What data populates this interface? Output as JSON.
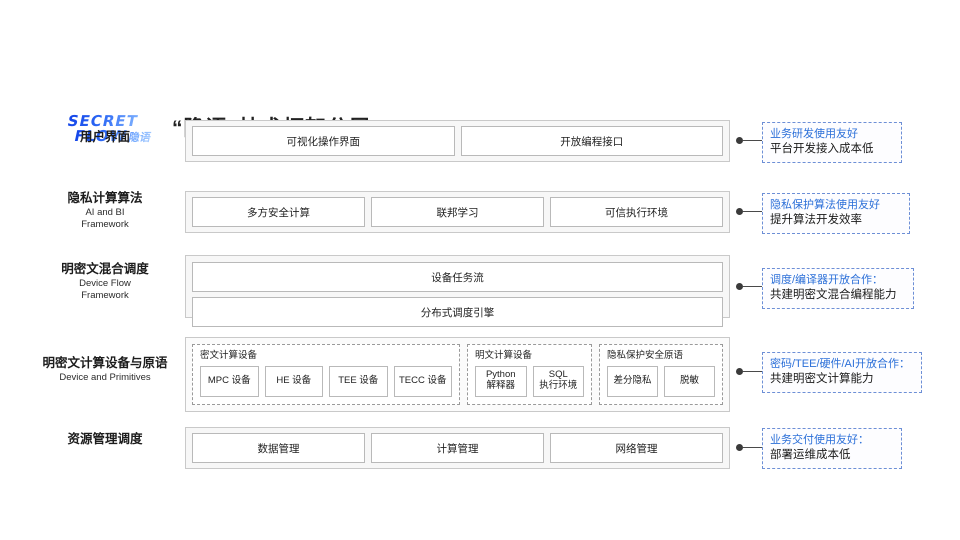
{
  "header": {
    "logo_line1": "SECRET",
    "logo_line2": "FLOW",
    "logo_cn": "隐语",
    "title": "“隐语”技术框架分层"
  },
  "layers": [
    {
      "label_cn": "用户界面",
      "label_en": "",
      "items": [
        "可视化操作界面",
        "开放编程接口"
      ],
      "callout_title": "业务研发使用友好",
      "callout_text": "平台开发接入成本低"
    },
    {
      "label_cn": "隐私计算算法",
      "label_en": "AI and BI\nFramework",
      "label_en_l1": "AI and BI",
      "label_en_l2": "Framework",
      "items": [
        "多方安全计算",
        "联邦学习",
        "可信执行环境"
      ],
      "callout_title": "隐私保护算法使用友好",
      "callout_text": "提升算法开发效率"
    },
    {
      "label_cn": "明密文混合调度",
      "label_en_l1": "Device Flow",
      "label_en_l2": "Framework",
      "items": [
        "设备任务流",
        "分布式调度引擎"
      ],
      "callout_title": "调度/编译器开放合作：",
      "callout_text": "共建明密文混合编程能力"
    },
    {
      "label_cn": "明密文计算设备与原语",
      "label_en_l1": "Device and Primitives",
      "label_en_l2": "",
      "groups": [
        {
          "title": "密文计算设备",
          "chips": [
            {
              "l1": "MPC 设备",
              "l2": ""
            },
            {
              "l1": "HE 设备",
              "l2": ""
            },
            {
              "l1": "TEE 设备",
              "l2": ""
            },
            {
              "l1": "TECC 设备",
              "l2": ""
            }
          ]
        },
        {
          "title": "明文计算设备",
          "chips": [
            {
              "l1": "Python",
              "l2": "解释器"
            },
            {
              "l1": "SQL",
              "l2": "执行环境"
            }
          ]
        },
        {
          "title": "隐私保护安全原语",
          "chips": [
            {
              "l1": "差分隐私",
              "l2": ""
            },
            {
              "l1": "脱敏",
              "l2": ""
            }
          ]
        }
      ],
      "callout_title": "密码/TEE/硬件/AI开放合作：",
      "callout_text": "共建明密文计算能力"
    },
    {
      "label_cn": "资源管理调度",
      "label_en_l1": "",
      "label_en_l2": "",
      "items": [
        "数据管理",
        "计算管理",
        "网络管理"
      ],
      "callout_title": "业务交付使用友好：",
      "callout_text": "部署运维成本低"
    }
  ],
  "colors": {
    "accent_blue": "#2b6fd8",
    "callout_border": "#6d8fd6",
    "row_bg": "#f7f7f7",
    "box_border": "#b9b9b9"
  }
}
